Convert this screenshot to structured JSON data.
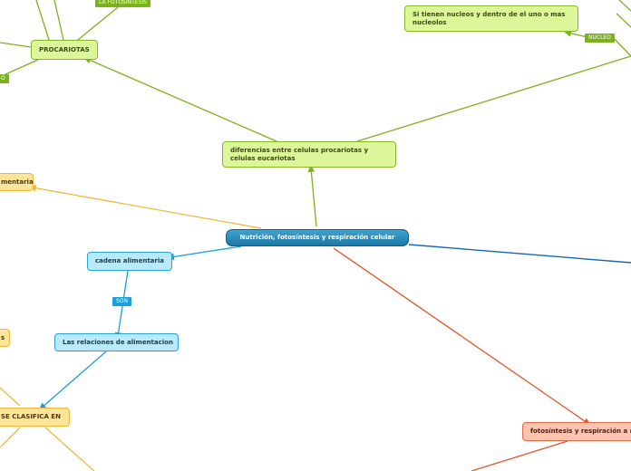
{
  "central": {
    "label": "Nutrición, fotosíntesis y respiración celular"
  },
  "nodes": {
    "procariotas": "PROCARIOTAS",
    "diferencias": "diferencias entre celulas procariotas y celulas eucariotas",
    "nucleos": "Si tienen nucleos y dentro de el uno  o mas nucleolos",
    "alimentaria_left": "mentaria",
    "cadena": "cadena alimentaria",
    "relaciones": "Las relaciones de alimentacion",
    "s_left": "s",
    "clasifica": "SE CLASIFICA EN",
    "fotosintesis": "fotosíntesis y respiración a n"
  },
  "tags": {
    "fotosintesis_top": "LA FOTOSINTESIS",
    "nucleo": "NUCLEO",
    "son": "SON",
    "left_edge": "O"
  },
  "colors": {
    "green_line": "#7bb31b",
    "orange_line": "#f1b83a",
    "blue_line": "#1a9fd8",
    "dark_blue_line": "#1468b5",
    "red_line": "#e2552a"
  }
}
